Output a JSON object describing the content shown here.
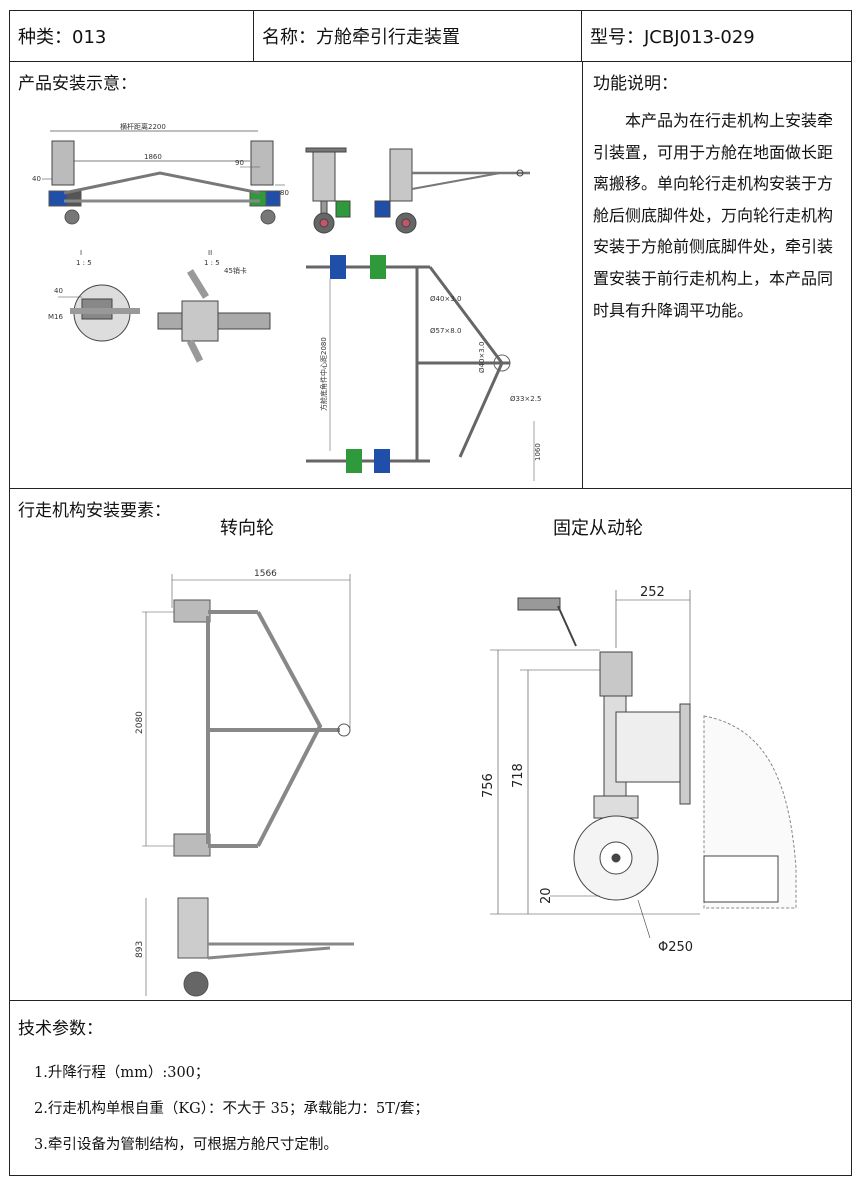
{
  "header": {
    "category": "种类：013",
    "name": "名称：方舱牵引行走装置",
    "model": "型号：JCBJ013-029"
  },
  "install": {
    "label": "产品安装示意：",
    "dims": {
      "span": "横杆距离2200",
      "d1860": "1860",
      "d90": "90",
      "d40": "40",
      "d80": "80",
      "detail_a": "I",
      "detail_a_scale": "1 : 5",
      "detail_b": "II",
      "detail_b_scale": "1 : 5",
      "d40b": "40",
      "m16": "M16",
      "pin": "45销卡",
      "tube1": "Ø40×3.0",
      "tube2": "Ø57×8.0",
      "tube3": "Ø40×3.0",
      "tube4": "Ø33×2.5",
      "d1060": "1060",
      "vert": "方舱底角件中心距2080"
    }
  },
  "function": {
    "label": "功能说明：",
    "text": "本产品为在行走机构上安装牵引装置，可用于方舱在地面做长距离搬移。单向轮行走机构安装于方舱后侧底脚件处，万向轮行走机构安装于方舱前侧底脚件处，牵引装置安装于前行走机构上，本产品同时具有升降调平功能。"
  },
  "walking": {
    "label": "行走机构安装要素：",
    "swivel_title": "转向轮",
    "fixed_title": "固定从动轮",
    "d1566": "1566",
    "d2080": "2080",
    "d893": "893",
    "d252": "252",
    "d756": "756",
    "d718": "718",
    "d20": "20",
    "d250": "Φ250"
  },
  "tech": {
    "label": "技术参数：",
    "items": [
      "1.升降行程（mm）:300；",
      "2.行走机构单根自重（KG）：不大于 35；承载能力：5T/套；",
      "3.牵引设备为管制结构，可根据方舱尺寸定制。"
    ]
  },
  "colors": {
    "border": "#222222",
    "blue_block": "#1f4fa8",
    "green_block": "#2f9a3c",
    "steel": "#8a8f96"
  }
}
